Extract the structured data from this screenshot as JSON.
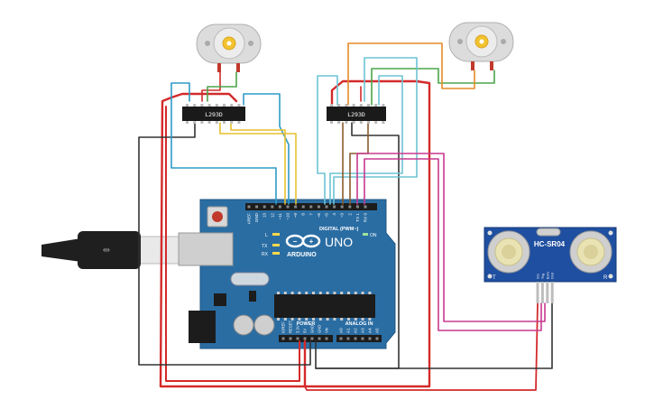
{
  "board": {
    "logo_text": "ARDUINO",
    "model": "UNO",
    "digital_header": "DIGITAL (PWM~)",
    "power_header": "POWER",
    "analog_header": "ANALOG IN",
    "on_label": "ON",
    "l_label": "L",
    "tx_label": "TX",
    "rx_label": "RX",
    "digital_pins": [
      "AREF",
      "GND",
      "13",
      "12",
      "~11",
      "~10",
      "~9",
      "8",
      "7",
      "~6",
      "~5",
      "4",
      "~3",
      "2",
      "TX 1",
      "RX 0"
    ],
    "power_pins": [
      "IOREF",
      "RESET",
      "3.3V",
      "5V",
      "GND",
      "GND",
      "Vin"
    ],
    "analog_pins": [
      "A0",
      "A1",
      "A2",
      "A3",
      "A4",
      "A5"
    ]
  },
  "drivers": [
    {
      "label": "L293D"
    },
    {
      "label": "L293D"
    }
  ],
  "sensor": {
    "label": "HC-SR04",
    "pins": [
      "Vcc",
      "Trig",
      "Echo",
      "Gnd"
    ],
    "corner_left": "T",
    "corner_right": "R"
  },
  "colors": {
    "board": "#2a6da3",
    "wire_red": "#d42a2a",
    "wire_black": "#333333",
    "wire_blue": "#2e9bc7",
    "wire_yellow": "#e6c12f",
    "wire_green": "#4aa54a",
    "wire_orange": "#e58b26",
    "wire_brown": "#8a5a2b",
    "wire_magenta": "#c8398f",
    "wire_cyan": "#6cc3d4"
  }
}
